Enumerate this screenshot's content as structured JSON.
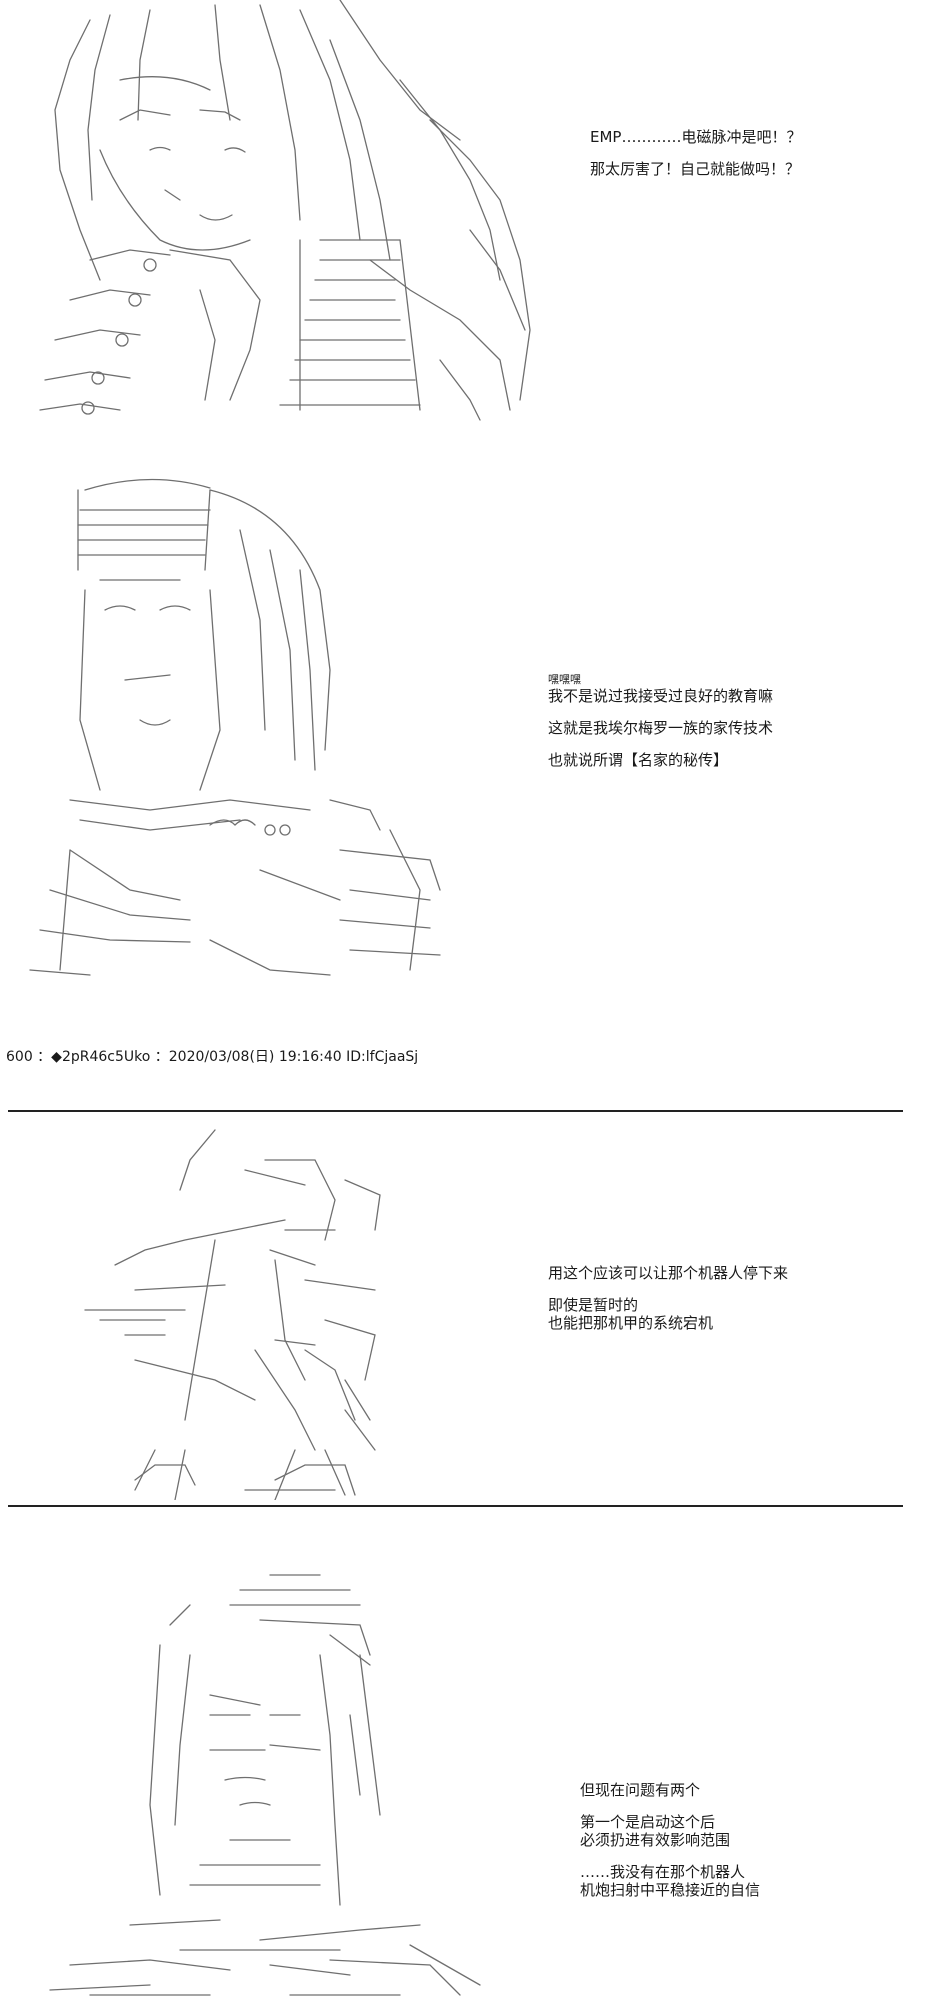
{
  "panel1": {
    "lines": [
      "EMP…………电磁脉冲是吧！？",
      "那太厉害了！自己就能做吗！？"
    ]
  },
  "panel2": {
    "small_line": "嘿嘿嘿",
    "lines": [
      "我不是说过我接受过良好的教育嘛",
      "这就是我埃尔梅罗一族的家传技术",
      "也就说所谓【名家的秘传】"
    ]
  },
  "post_header": "600 ：◆2pR46c5Uko ：2020/03/08(日) 19:16:40 ID:lfCjaaSj",
  "panel3": {
    "lines": [
      "用这个应该可以让那个机器人停下来",
      "即使是暂时的",
      "也能把那机甲的系统宕机"
    ]
  },
  "panel4": {
    "lines": [
      "但现在问题有两个",
      "第一个是启动这个后",
      "必须扔进有效影响范围",
      "……我没有在那个机器人",
      "机炮扫射中平稳接近的自信"
    ]
  },
  "colors": {
    "text": "#1a1a1a",
    "art": "#6f6f6f",
    "divider": "#222222",
    "background": "#ffffff"
  }
}
